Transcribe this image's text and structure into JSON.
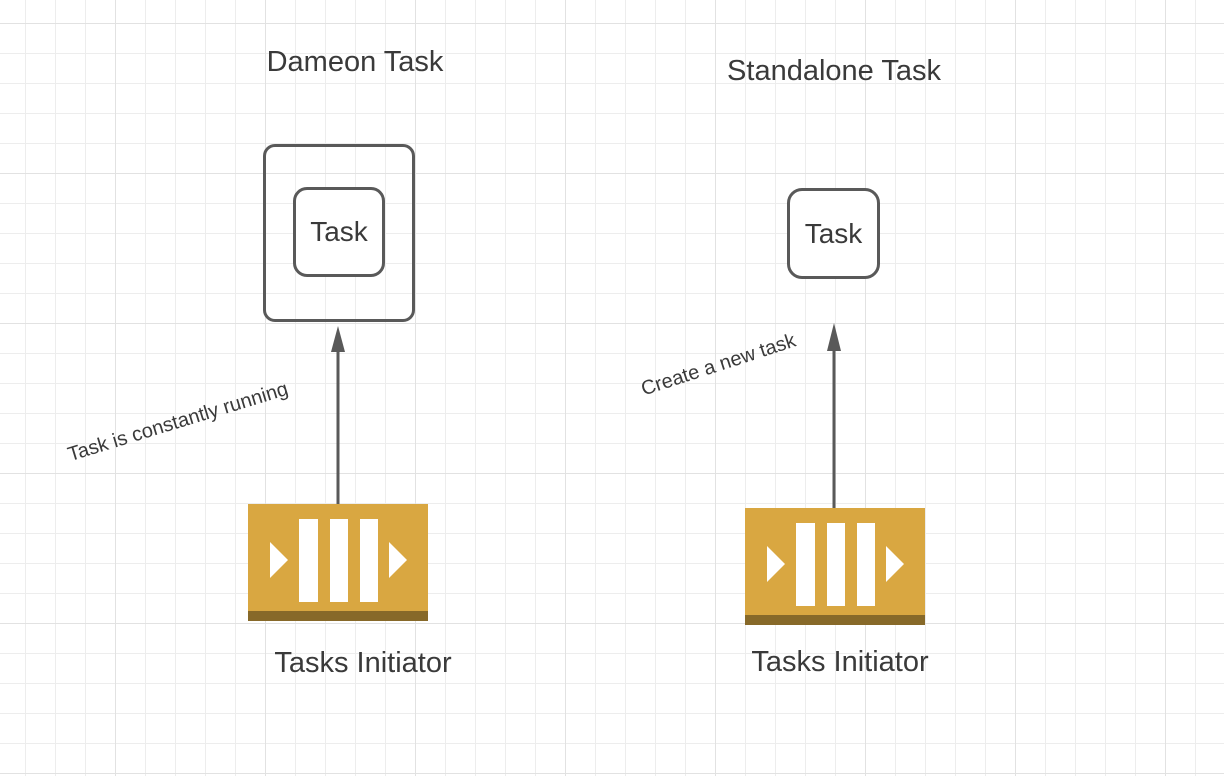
{
  "colors": {
    "canvas-bg": "#ffffff",
    "grid-minor": "#ededed",
    "grid-major": "#e2e2e2",
    "stroke": "#595959",
    "text": "#3a3a3a",
    "icon-gold": "#D9A741",
    "icon-shadow": "#876929",
    "icon-glyph": "#ffffff"
  },
  "diagram": {
    "left": {
      "title": "Dameon Task",
      "task_label": "Task",
      "arrow_label": "Task is constantly running",
      "initiator_label": "Tasks Initiator",
      "icon": "message-queue-icon"
    },
    "right": {
      "title": "Standalone Task",
      "task_label": "Task",
      "arrow_label": "Create a new task",
      "initiator_label": "Tasks Initiator",
      "icon": "message-queue-icon"
    }
  }
}
